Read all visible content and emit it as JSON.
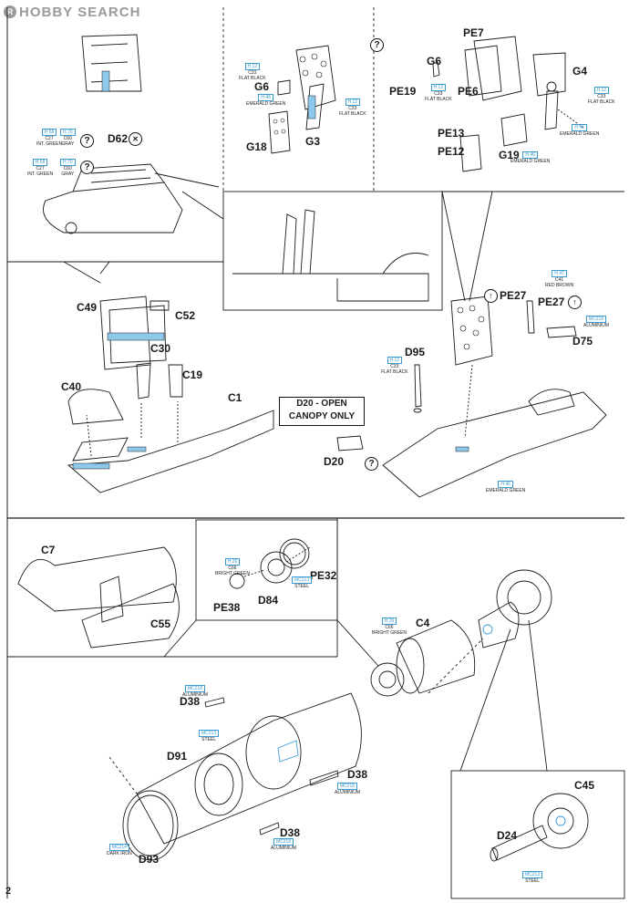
{
  "logo": {
    "registered": "R",
    "text": "HOBBY SEARCH"
  },
  "page_number": "2",
  "note": {
    "line1": "D20 - OPEN",
    "line2": "CANOPY ONLY"
  },
  "question": "?",
  "labels": {
    "D62": "D62",
    "G6a": "G6",
    "G3": "G3",
    "G18": "G18",
    "G6b": "G6",
    "PE19": "PE19",
    "PE7": "PE7",
    "PE6": "PE6",
    "G4": "G4",
    "PE13": "PE13",
    "PE12": "PE12",
    "G19": "G19",
    "C49": "C49",
    "C52": "C52",
    "C30": "C30",
    "C19": "C19",
    "C40": "C40",
    "C1": "C1",
    "D95": "D95",
    "D20": "D20",
    "PE27a": "PE27",
    "PE27b": "PE27",
    "D75": "D75",
    "C7": "C7",
    "C55": "C55",
    "PE38": "PE38",
    "D84": "D84",
    "PE32": "PE32",
    "C4": "C4",
    "D38a": "D38",
    "D91": "D91",
    "D38b": "D38",
    "D38c": "D38",
    "D93": "D93",
    "C45": "C45",
    "D24": "D24"
  },
  "paints": {
    "p1": {
      "code": "H 58",
      "line1": "C27",
      "line2": "INT. GREEN"
    },
    "p2": {
      "code": "H 70",
      "line1": "C60",
      "line2": "GRAY"
    },
    "p3": {
      "code": "H 58",
      "line1": "C27",
      "line2": "INT. GREEN"
    },
    "p4": {
      "code": "H 70",
      "line1": "C60",
      "line2": "GRAY"
    },
    "p5": {
      "code": "H 12",
      "line1": "C33",
      "line2": "FLAT BLACK"
    },
    "p6": {
      "code": "H 46",
      "line1": "",
      "line2": "EMERALD GREEN"
    },
    "p7": {
      "code": "H 12",
      "line1": "C33",
      "line2": "FLAT BLACK"
    },
    "p8": {
      "code": "H 12",
      "line1": "C33",
      "line2": "FLAT BLACK"
    },
    "p9": {
      "code": "H 12",
      "line1": "C33",
      "line2": "FLAT BLACK"
    },
    "p10": {
      "code": "H 46",
      "line1": "",
      "line2": "EMERALD GREEN"
    },
    "p11": {
      "code": "H 46",
      "line1": "",
      "line2": "EMERALD GREEN"
    },
    "p12": {
      "code": "H 47",
      "line1": "C41",
      "line2": "RED BROWN"
    },
    "p13": {
      "code": "MC218",
      "line1": "",
      "line2": "ALUMINIUM"
    },
    "p14": {
      "code": "H 12",
      "line1": "C33",
      "line2": "FLAT BLACK"
    },
    "p15": {
      "code": "H 46",
      "line1": "",
      "line2": "EMERALD GREEN"
    },
    "p16": {
      "code": "H 26",
      "line1": "C66",
      "line2": "BRIGHT GREEN"
    },
    "p17": {
      "code": "MC213",
      "line1": "",
      "line2": "STEEL"
    },
    "p18": {
      "code": "H 26",
      "line1": "C66",
      "line2": "BRIGHT GREEN"
    },
    "p19": {
      "code": "MC218",
      "line1": "",
      "line2": "ALUMINIUM"
    },
    "p20": {
      "code": "MC213",
      "line1": "",
      "line2": "STEEL"
    },
    "p21": {
      "code": "MC218",
      "line1": "",
      "line2": "ALUMINIUM"
    },
    "p22": {
      "code": "MC218",
      "line1": "",
      "line2": "ALUMINIUM"
    },
    "p23": {
      "code": "MC214",
      "line1": "",
      "line2": "DARK IRON"
    },
    "p24": {
      "code": "MC213",
      "line1": "",
      "line2": "STEEL"
    }
  },
  "colors": {
    "paint_code": "#3a9bd5",
    "part_highlight": "#8ec9ec",
    "line": "#1a1a1a"
  }
}
